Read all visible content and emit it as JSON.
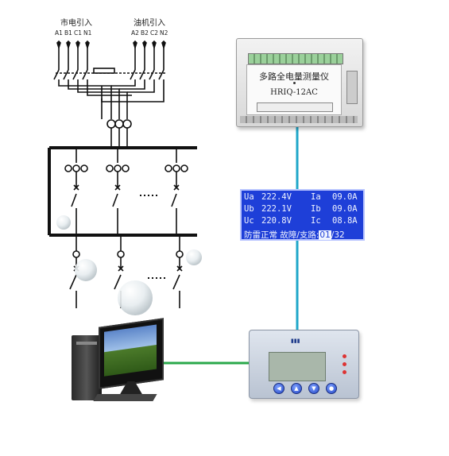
{
  "diagram": {
    "source_labels": {
      "mains_in": "市电引入",
      "generator_in": "油机引入",
      "mains_phases": [
        "A1",
        "B1",
        "C1",
        "N1"
      ],
      "generator_phases": [
        "A2",
        "B2",
        "C2",
        "N2"
      ]
    },
    "meter": {
      "name": "多路全电量测量仪",
      "model": "HRIQ-12AC"
    },
    "lcd": {
      "rows": [
        {
          "v_label": "Ua",
          "v_value": "222.4V",
          "i_label": "Ia",
          "i_value": "09.0A"
        },
        {
          "v_label": "Ub",
          "v_value": "222.1V",
          "i_label": "Ib",
          "i_value": "09.0A"
        },
        {
          "v_label": "Uc",
          "v_value": "220.8V",
          "i_label": "Ic",
          "i_value": "08.8A"
        }
      ],
      "status_text": "防雷正常 故障/支路:",
      "branch_current": "01",
      "branch_total": "/32"
    },
    "colors": {
      "link_cyan": "#1fa7c9",
      "link_green": "#2aa84a",
      "lcd_blue": "#1e3fd8"
    }
  }
}
